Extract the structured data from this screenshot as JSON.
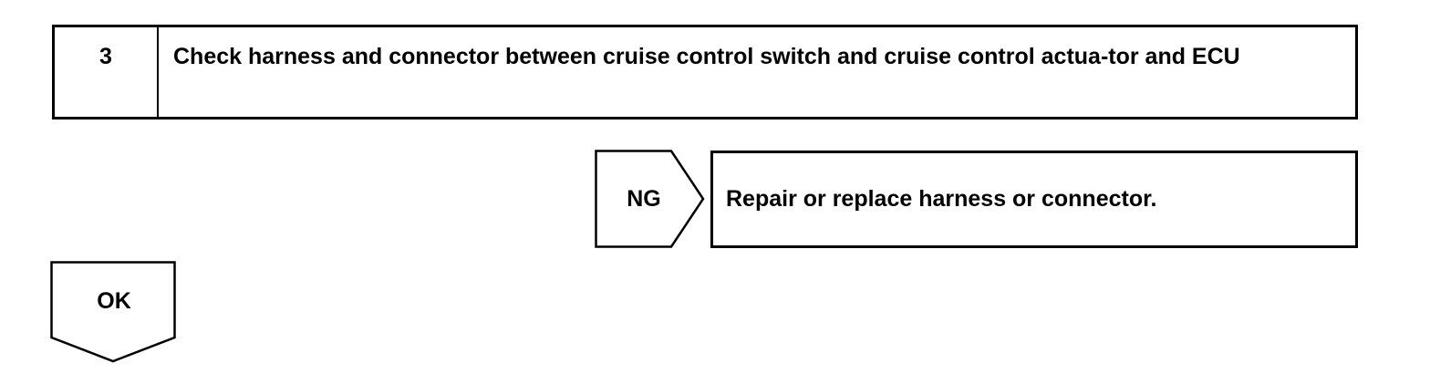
{
  "step": {
    "number": "3",
    "title": "Check harness and connector between cruise control switch and cruise control actua-tor and ECU"
  },
  "ng_branch": {
    "label": "NG",
    "result": "Repair or replace harness or connector."
  },
  "ok_branch": {
    "label": "OK"
  }
}
